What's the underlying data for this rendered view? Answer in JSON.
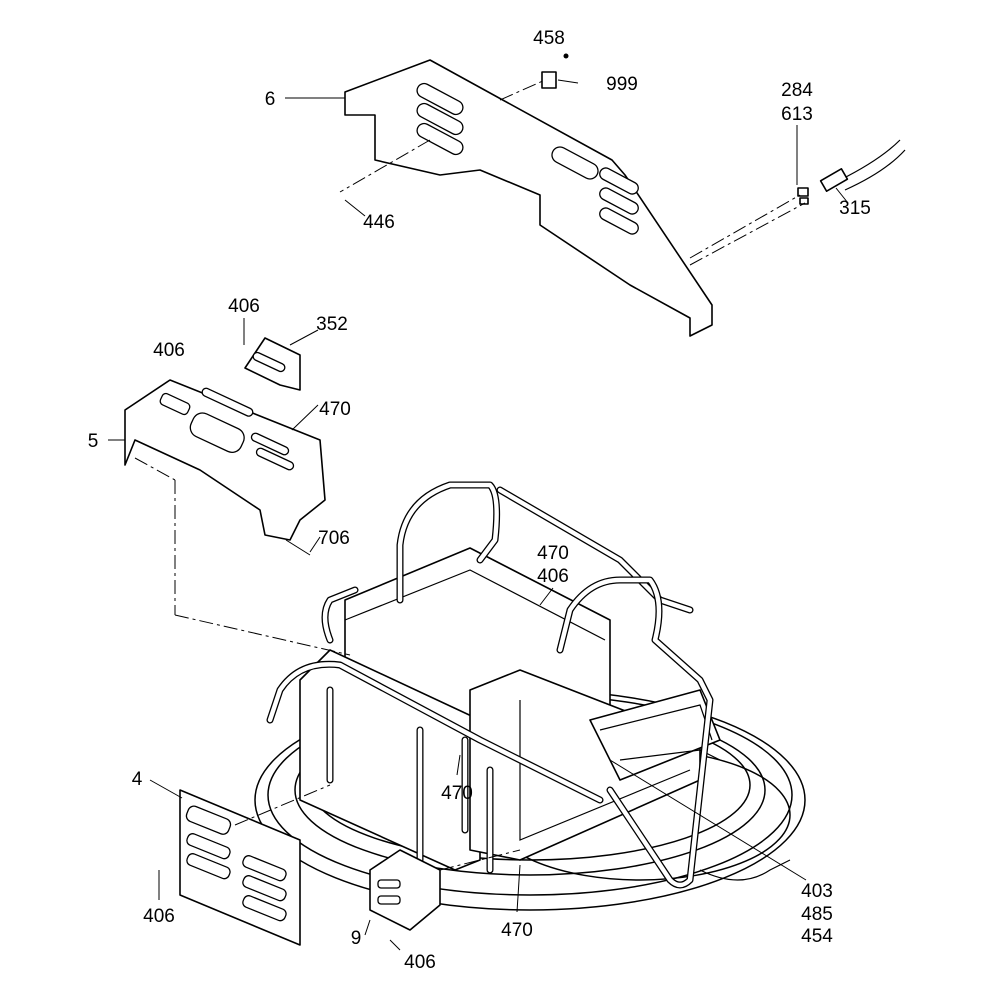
{
  "diagram": {
    "title": "Power trowel frame exploded parts view",
    "callouts": {
      "p458": "458",
      "p999": "999",
      "p6": "6",
      "p284": "284",
      "p613": "613",
      "p315": "315",
      "p446": "446",
      "p406_a": "406",
      "p352": "352",
      "p406_b": "406",
      "p470_a": "470",
      "p5": "5",
      "p706": "706",
      "p470_b": "470",
      "p406_c": "406",
      "p4": "4",
      "p470_c": "470",
      "p403": "403",
      "p485": "485",
      "p454": "454",
      "p406_d": "406",
      "p9": "9",
      "p470_d": "470",
      "p406_e": "406"
    }
  }
}
